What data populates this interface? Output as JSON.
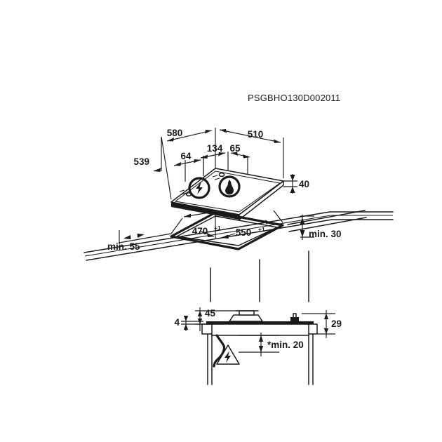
{
  "document": {
    "title": "PSGBHO130D002011",
    "type": "installation-dimension-drawing",
    "units": "mm",
    "line_color": "#1a1a1a",
    "background_color": "#ffffff"
  },
  "views": {
    "appliance": {
      "name": "hob-isometric-view",
      "dimensions": {
        "width_overall": "580",
        "depth_overall": "510",
        "left_offset": "539",
        "control_offset": "64",
        "burner_offset_left": "134",
        "burner_offset_right": "65",
        "thickness": "40"
      },
      "burners": [
        {
          "name": "electric-hotplate",
          "icon": "lightning-bolt-icon"
        },
        {
          "name": "gas-burner",
          "icon": "flame-icon"
        }
      ]
    },
    "cutout": {
      "name": "worktop-cutout-view",
      "dimensions": {
        "cutout_depth": "470",
        "cutout_depth_tolerance": "+1",
        "cutout_width": "550",
        "cutout_width_tolerance": "+1",
        "front_clearance": "min. 55",
        "rear_clearance": "min. 30"
      }
    },
    "section": {
      "name": "cross-section-view",
      "dimensions": {
        "worktop_thickness": "4",
        "hob_height_above": "45",
        "right_height": "29",
        "under_clearance": "*min. 20"
      },
      "warning": {
        "name": "electrical-hazard-symbol",
        "icon": "warning-triangle-lightning-icon"
      }
    }
  }
}
